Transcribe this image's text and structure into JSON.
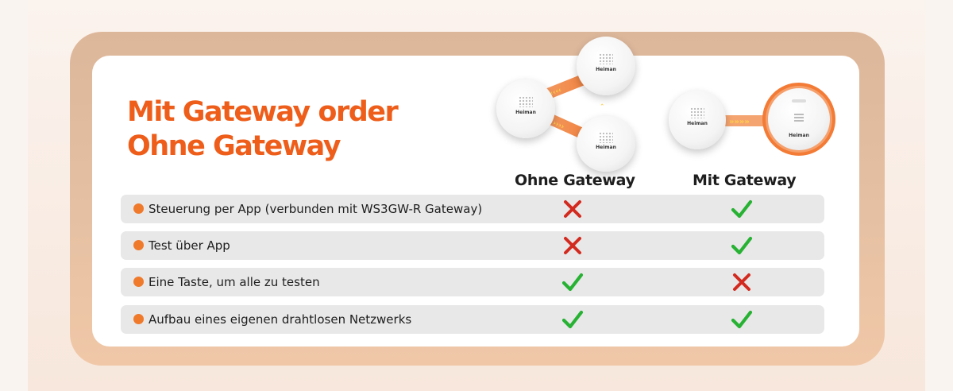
{
  "title": {
    "line1": "Mit Gateway order",
    "line2": "Ohne Gateway"
  },
  "columns": {
    "ohne": "Ohne Gateway",
    "mit": "Mit Gateway"
  },
  "device_brand": "Heiman",
  "rows": [
    {
      "label": "Steuerung per App (verbunden mit WS3GW-R Gateway)",
      "ohne": "cross",
      "mit": "check"
    },
    {
      "label": "Test über App",
      "ohne": "cross",
      "mit": "check"
    },
    {
      "label": "Eine Taste, um alle zu testen",
      "ohne": "check",
      "mit": "cross"
    },
    {
      "label": "Aufbau eines eigenen drahtlosen Netzwerks",
      "ohne": "check",
      "mit": "check"
    }
  ],
  "colors": {
    "accent": "#ee5e1a",
    "check": "#27b233",
    "cross": "#d32a1f",
    "bullet": "#f07a2b"
  },
  "icons": {
    "check": "checkmark-icon",
    "cross": "cross-icon"
  }
}
